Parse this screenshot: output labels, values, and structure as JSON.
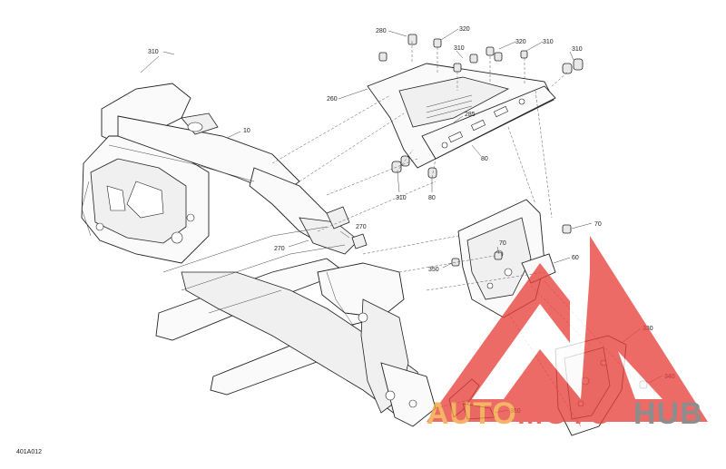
{
  "drawing_code": "401A012",
  "callouts": [
    {
      "id": "c310a",
      "text": "310"
    },
    {
      "id": "c10",
      "text": "10"
    },
    {
      "id": "c280",
      "text": "280"
    },
    {
      "id": "c320a",
      "text": "320"
    },
    {
      "id": "c310b",
      "text": "310"
    },
    {
      "id": "c320b",
      "text": "320"
    },
    {
      "id": "c310c",
      "text": "310"
    },
    {
      "id": "c310d",
      "text": "310"
    },
    {
      "id": "c260",
      "text": "260"
    },
    {
      "id": "c285",
      "text": "285"
    },
    {
      "id": "c80a",
      "text": "80"
    },
    {
      "id": "c310e",
      "text": "310"
    },
    {
      "id": "c80b",
      "text": "80"
    },
    {
      "id": "c270a",
      "text": "270"
    },
    {
      "id": "c270b",
      "text": "270"
    },
    {
      "id": "c70a",
      "text": "70"
    },
    {
      "id": "c70b",
      "text": "70"
    },
    {
      "id": "c60",
      "text": "60"
    },
    {
      "id": "c350",
      "text": "350"
    },
    {
      "id": "c330",
      "text": "330"
    },
    {
      "id": "c340",
      "text": "340"
    },
    {
      "id": "c360",
      "text": "360"
    }
  ],
  "watermark": {
    "word_a": "AUTO",
    "word_b": "MOTO",
    "word_c": "HUB",
    "color_red": "#e8423c",
    "color_orange": "#f2a23a",
    "color_gray": "#6e6e6e"
  }
}
